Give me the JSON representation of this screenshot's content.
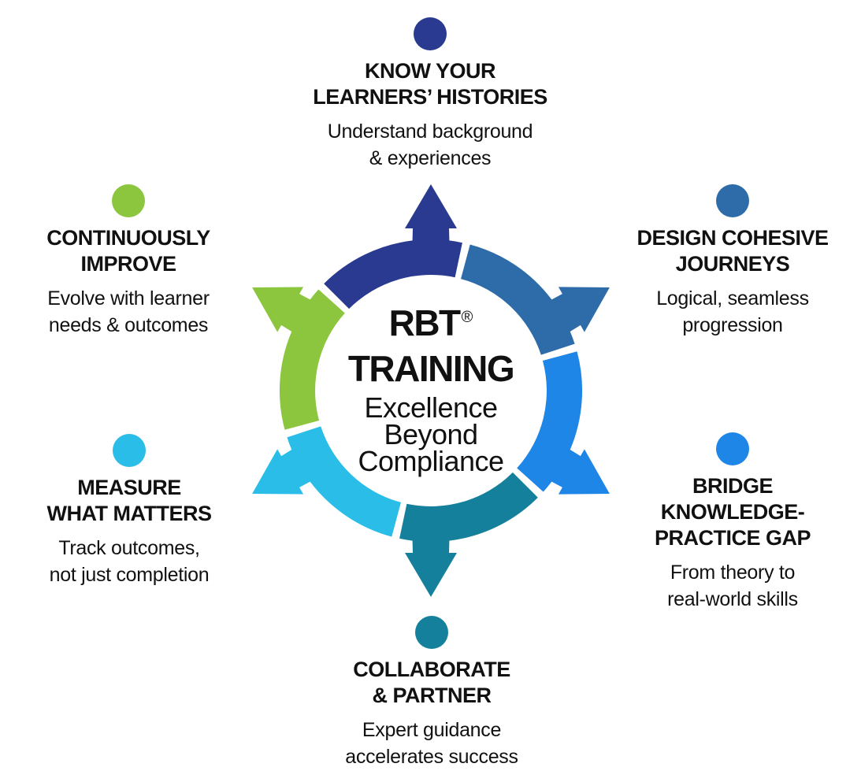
{
  "center": {
    "title_line1": "RBT",
    "registered_mark": "®",
    "title_line2": "TRAINING",
    "subtitle_line1": "Excellence",
    "subtitle_line2": "Beyond",
    "subtitle_line3": "Compliance"
  },
  "steps": [
    {
      "id": "know-your-learners-histories",
      "position": "top",
      "color": "#293A90",
      "heading_lines": [
        "KNOW YOUR",
        "LEARNERS’ HISTORIES"
      ],
      "description_lines": [
        "Understand background",
        "& experiences"
      ]
    },
    {
      "id": "design-cohesive-journeys",
      "position": "top-right",
      "color": "#2D6CA9",
      "heading_lines": [
        "DESIGN COHESIVE",
        "JOURNEYS"
      ],
      "description_lines": [
        "Logical, seamless",
        "progression"
      ]
    },
    {
      "id": "bridge-knowledge-practice-gap",
      "position": "bottom-right",
      "color": "#1E86E6",
      "heading_lines": [
        "BRIDGE",
        "KNOWLEDGE-",
        "PRACTICE GAP"
      ],
      "description_lines": [
        "From theory to",
        "real-world skills"
      ]
    },
    {
      "id": "collaborate-partner",
      "position": "bottom",
      "color": "#15809B",
      "heading_lines": [
        "COLLABORATE",
        "& PARTNER"
      ],
      "description_lines": [
        "Expert guidance",
        "accelerates success"
      ]
    },
    {
      "id": "measure-what-matters",
      "position": "bottom-left",
      "color": "#29BDE8",
      "heading_lines": [
        "MEASURE",
        "WHAT MATTERS"
      ],
      "description_lines": [
        "Track outcomes,",
        "not just completion"
      ]
    },
    {
      "id": "continuously-improve",
      "position": "top-left",
      "color": "#8CC63F",
      "heading_lines": [
        "CONTINUOUSLY",
        "IMPROVE"
      ],
      "description_lines": [
        "Evolve with learner",
        "needs & outcomes"
      ]
    }
  ],
  "text_color": "#111111",
  "background_color": "#FFFFFF"
}
